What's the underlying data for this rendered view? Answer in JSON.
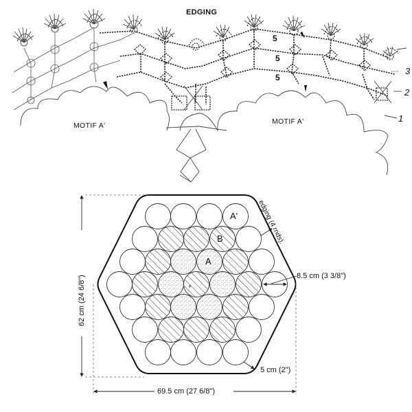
{
  "edging_chart": {
    "title": "EDGING",
    "motif_labels": [
      "MOTIF A'",
      "MOTIF A'"
    ],
    "chain_counts": [
      "5",
      "5",
      "5"
    ],
    "round_numbers": [
      "1",
      "2",
      "3"
    ]
  },
  "layout_diagram": {
    "shape": "hexagon",
    "circle_rows": [
      4,
      5,
      6,
      7,
      6,
      5,
      4
    ],
    "total_motifs": 37,
    "motif_labels": {
      "outer": "A'",
      "middle": "B",
      "inner": "A"
    },
    "legend": {
      "A": "dotted fill (inner ring)",
      "B": "hatched fill (middle ring and center)",
      "A'": "plain (outer ring)"
    },
    "edging_label": "edging (4 rnds).",
    "motif_width": "8.5 cm (3 3/8\")",
    "edge_margin": "5 cm (2\")",
    "height": "62 cm (24 6/8\")",
    "width": "69.5 cm (27 6/8\")"
  }
}
